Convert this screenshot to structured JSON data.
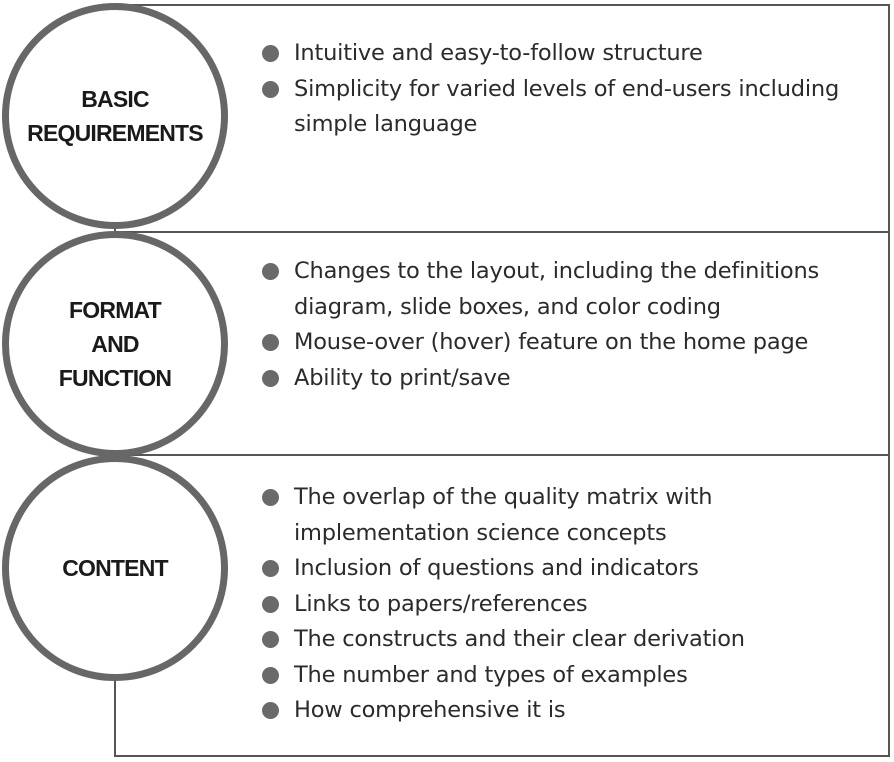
{
  "sections": [
    {
      "title": "BASIC\nREQUIREMENTS",
      "items": [
        "Intuitive and easy-to-follow structure",
        "Simplicity for varied levels of end-users including simple language"
      ]
    },
    {
      "title": "FORMAT\nAND\nFUNCTION",
      "items": [
        "Changes to the layout, including the definitions diagram, slide boxes, and color coding",
        "Mouse-over (hover) feature on the home page",
        "Ability to print/save"
      ]
    },
    {
      "title": "CONTENT",
      "items": [
        "The overlap of the quality matrix with implementation science concepts",
        "Inclusion of questions and indicators",
        "Links to papers/references",
        "The constructs and their clear derivation",
        "The number and types of examples",
        "How comprehensive it is"
      ]
    }
  ]
}
